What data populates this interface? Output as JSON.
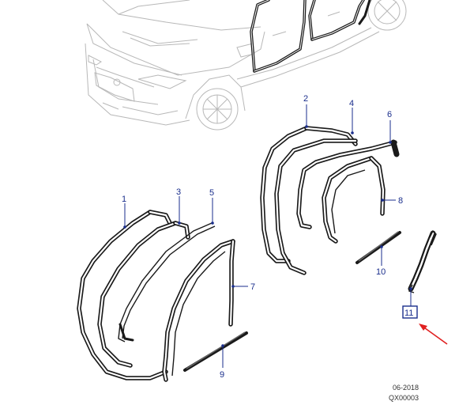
{
  "callouts": [
    "1",
    "2",
    "3",
    "4",
    "5",
    "6",
    "7",
    "8",
    "9",
    "10",
    "11"
  ],
  "highlighted_callout": "11",
  "colors": {
    "callout_text": "#1a2e8c",
    "highlight_box": "#1a2e8c",
    "arrow": "#e02020",
    "car_outline": "#b8b8b8",
    "parts": "#1a1a1a"
  },
  "footer": {
    "date": "06-2018",
    "code": "QX00003"
  }
}
